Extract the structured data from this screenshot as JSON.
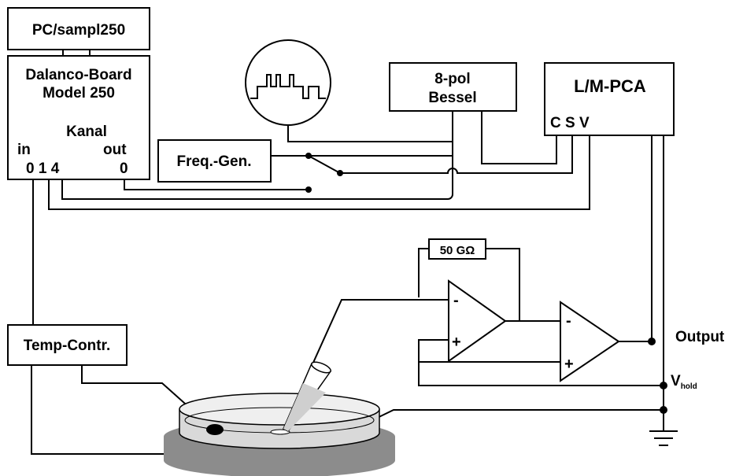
{
  "boxes": {
    "pc": "PC/sampl250",
    "board_title_1": "Dalanco-Board",
    "board_title_2": "Model 250",
    "board_kanal": "Kanal",
    "board_in": "in",
    "board_out": "out",
    "board_in_channels": "0 1 4",
    "board_out_channel": "0",
    "bessel_1": "8-pol",
    "bessel_2": "Bessel",
    "pca": "L/M-PCA",
    "pca_ports": "C S V",
    "freq_gen": "Freq.-Gen.",
    "temp": "Temp-Contr.",
    "resistor": "50 GΩ"
  },
  "opamp": {
    "minus": "-",
    "plus": "+"
  },
  "labels": {
    "output": "Output",
    "vhold": "V",
    "vhold_sub": "hold"
  },
  "colors": {
    "line": "#000000",
    "dish_base": "#8c8c8c",
    "dish_body": "#d9d9d9",
    "pipette_fill": "#cfcfcf"
  }
}
